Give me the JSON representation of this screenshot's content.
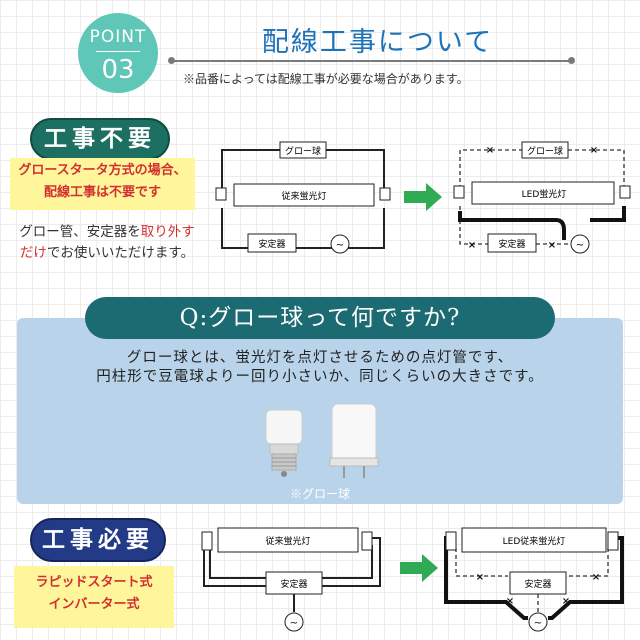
{
  "point": {
    "label": "POINT",
    "number": "03"
  },
  "header": {
    "title": "配線工事について",
    "note": "※品番によっては配線工事が必要な場合があります。"
  },
  "no_work": {
    "badge": "工事不要",
    "highlight_line1": "グロースタータ方式の場合、",
    "highlight_line2": "配線工事は不要です",
    "note_part1": "グロー管、安定器を",
    "note_red": "取り外すだけ",
    "note_part2": "でお使いいただけます。"
  },
  "qa": {
    "question": "Q:グロー球って何ですか?",
    "answer_line1": "グロー球とは、蛍光灯を点灯させるための点灯管です、",
    "answer_line2": "円柱形で豆電球よりー回り小さいか、同じくらいの大きさです。",
    "caption": "※グロー球"
  },
  "work_required": {
    "badge": "工事必要",
    "type1": "ラピッドスタート式",
    "type2": "インバーター式"
  },
  "diagram_labels": {
    "glow": "グロー球",
    "old_tube": "従来蛍光灯",
    "ballast": "安定器",
    "led_tube": "LED蛍光灯",
    "led_old_tube": "LED従来蛍光灯"
  },
  "colors": {
    "teal": "#5fc7b7",
    "title_blue": "#1d72b8",
    "dark_teal": "#1c6f61",
    "navy": "#233b86",
    "green_arrow": "#2faa55",
    "highlight": "#fff59a",
    "red_text": "#d23030"
  }
}
